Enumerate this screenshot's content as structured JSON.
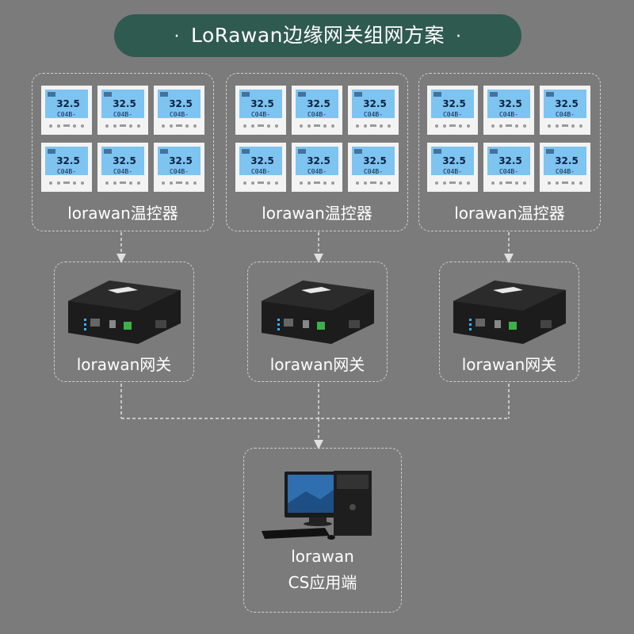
{
  "title": "LoRawan边缘网关组网方案",
  "title_dot": "·",
  "groups": [
    {
      "thermostat_label": "lorawan温控器",
      "gateway_label": "lorawan网关"
    },
    {
      "thermostat_label": "lorawan温控器",
      "gateway_label": "lorawan网关"
    },
    {
      "thermostat_label": "lorawan温控器",
      "gateway_label": "lorawan网关"
    }
  ],
  "server": {
    "label_line1": "lorawan",
    "label_line2": "CS应用端"
  },
  "thermostat_display": {
    "temp": "32.5",
    "status": "C04B-"
  },
  "colors": {
    "background": "#7b7b7b",
    "title_bg": "#2f5a50",
    "dashed": "#cfcfcf",
    "screen": "#7ec4f0"
  },
  "icons": [
    "thermostat-icon",
    "gateway-icon",
    "computer-icon"
  ]
}
